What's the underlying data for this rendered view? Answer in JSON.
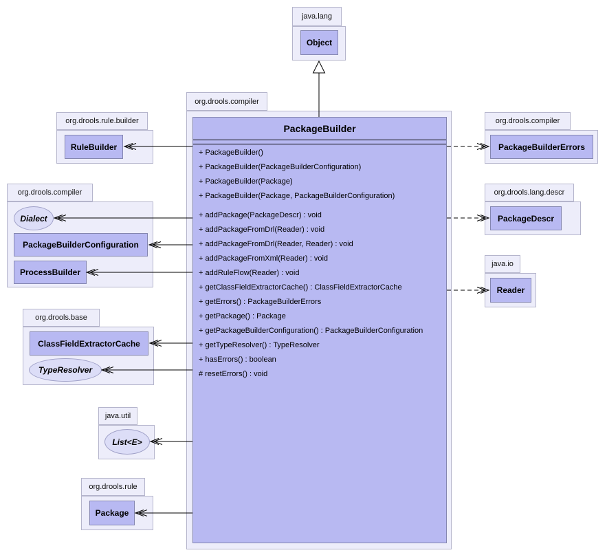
{
  "colors": {
    "class_fill": "#b8b9f2",
    "class_border": "#8486b0",
    "interface_fill": "#dcddf7",
    "package_fill": "#ededfa",
    "package_border": "#b5b5cc",
    "edge_line": "#000000",
    "background": "#ffffff"
  },
  "packages": [
    {
      "label": "java.lang",
      "members": [
        {
          "kind": "class",
          "label": "Object"
        }
      ]
    },
    {
      "label": "org.drools.compiler",
      "members": [
        {
          "kind": "class",
          "label": "PackageBuilder"
        }
      ]
    },
    {
      "label": "org.drools.rule.builder",
      "members": [
        {
          "kind": "class",
          "label": "RuleBuilder"
        }
      ]
    },
    {
      "label": "org.drools.compiler",
      "members": [
        {
          "kind": "interface",
          "label": "Dialect"
        },
        {
          "kind": "class",
          "label": "PackageBuilderConfiguration"
        },
        {
          "kind": "class",
          "label": "ProcessBuilder"
        }
      ]
    },
    {
      "label": "org.drools.base",
      "members": [
        {
          "kind": "class",
          "label": "ClassFieldExtractorCache"
        },
        {
          "kind": "interface",
          "label": "TypeResolver"
        }
      ]
    },
    {
      "label": "java.util",
      "members": [
        {
          "kind": "interface",
          "label": "List<E>"
        }
      ]
    },
    {
      "label": "org.drools.rule",
      "members": [
        {
          "kind": "class",
          "label": "Package"
        }
      ]
    },
    {
      "label": "org.drools.compiler",
      "members": [
        {
          "kind": "class",
          "label": "PackageBuilderErrors"
        }
      ]
    },
    {
      "label": "org.drools.lang.descr",
      "members": [
        {
          "kind": "class",
          "label": "PackageDescr"
        }
      ]
    },
    {
      "label": "java.io",
      "members": [
        {
          "kind": "class",
          "label": "Reader"
        }
      ]
    }
  ],
  "main_class": {
    "title": "PackageBuilder",
    "constructors": [
      "+ PackageBuilder()",
      "+ PackageBuilder(PackageBuilderConfiguration)",
      "+ PackageBuilder(Package)",
      "+ PackageBuilder(Package, PackageBuilderConfiguration)"
    ],
    "methods": [
      "+ addPackage(PackageDescr) : void",
      "+ addPackageFromDrl(Reader) : void",
      "+ addPackageFromDrl(Reader, Reader) : void",
      "+ addPackageFromXml(Reader) : void",
      "+ addRuleFlow(Reader) : void",
      "+ getClassFieldExtractorCache() : ClassFieldExtractorCache",
      "+ getErrors() : PackageBuilderErrors",
      "+ getPackage() : Package",
      "+ getPackageBuilderConfiguration() : PackageBuilderConfiguration",
      "+ getTypeResolver() : TypeResolver",
      "+ hasErrors() : boolean",
      "# resetErrors() : void"
    ]
  },
  "edges": [
    {
      "from": "PackageBuilder",
      "to": "Object",
      "type": "generalization",
      "line": "solid"
    },
    {
      "from": "PackageBuilder",
      "to": "RuleBuilder",
      "type": "association",
      "line": "solid"
    },
    {
      "from": "PackageBuilder",
      "to": "Dialect",
      "type": "association",
      "line": "solid"
    },
    {
      "from": "PackageBuilder",
      "to": "PackageBuilderConfiguration",
      "type": "association",
      "line": "solid"
    },
    {
      "from": "PackageBuilder",
      "to": "ProcessBuilder",
      "type": "association",
      "line": "solid"
    },
    {
      "from": "PackageBuilder",
      "to": "ClassFieldExtractorCache",
      "type": "association",
      "line": "solid"
    },
    {
      "from": "PackageBuilder",
      "to": "TypeResolver",
      "type": "association",
      "line": "solid"
    },
    {
      "from": "PackageBuilder",
      "to": "List<E>",
      "type": "association",
      "line": "solid"
    },
    {
      "from": "PackageBuilder",
      "to": "Package",
      "type": "association",
      "line": "solid"
    },
    {
      "from": "PackageBuilder",
      "to": "PackageBuilderErrors",
      "type": "dependency",
      "line": "dashed"
    },
    {
      "from": "PackageBuilder",
      "to": "PackageDescr",
      "type": "dependency",
      "line": "dashed"
    },
    {
      "from": "PackageBuilder",
      "to": "Reader",
      "type": "dependency",
      "line": "dashed"
    }
  ]
}
